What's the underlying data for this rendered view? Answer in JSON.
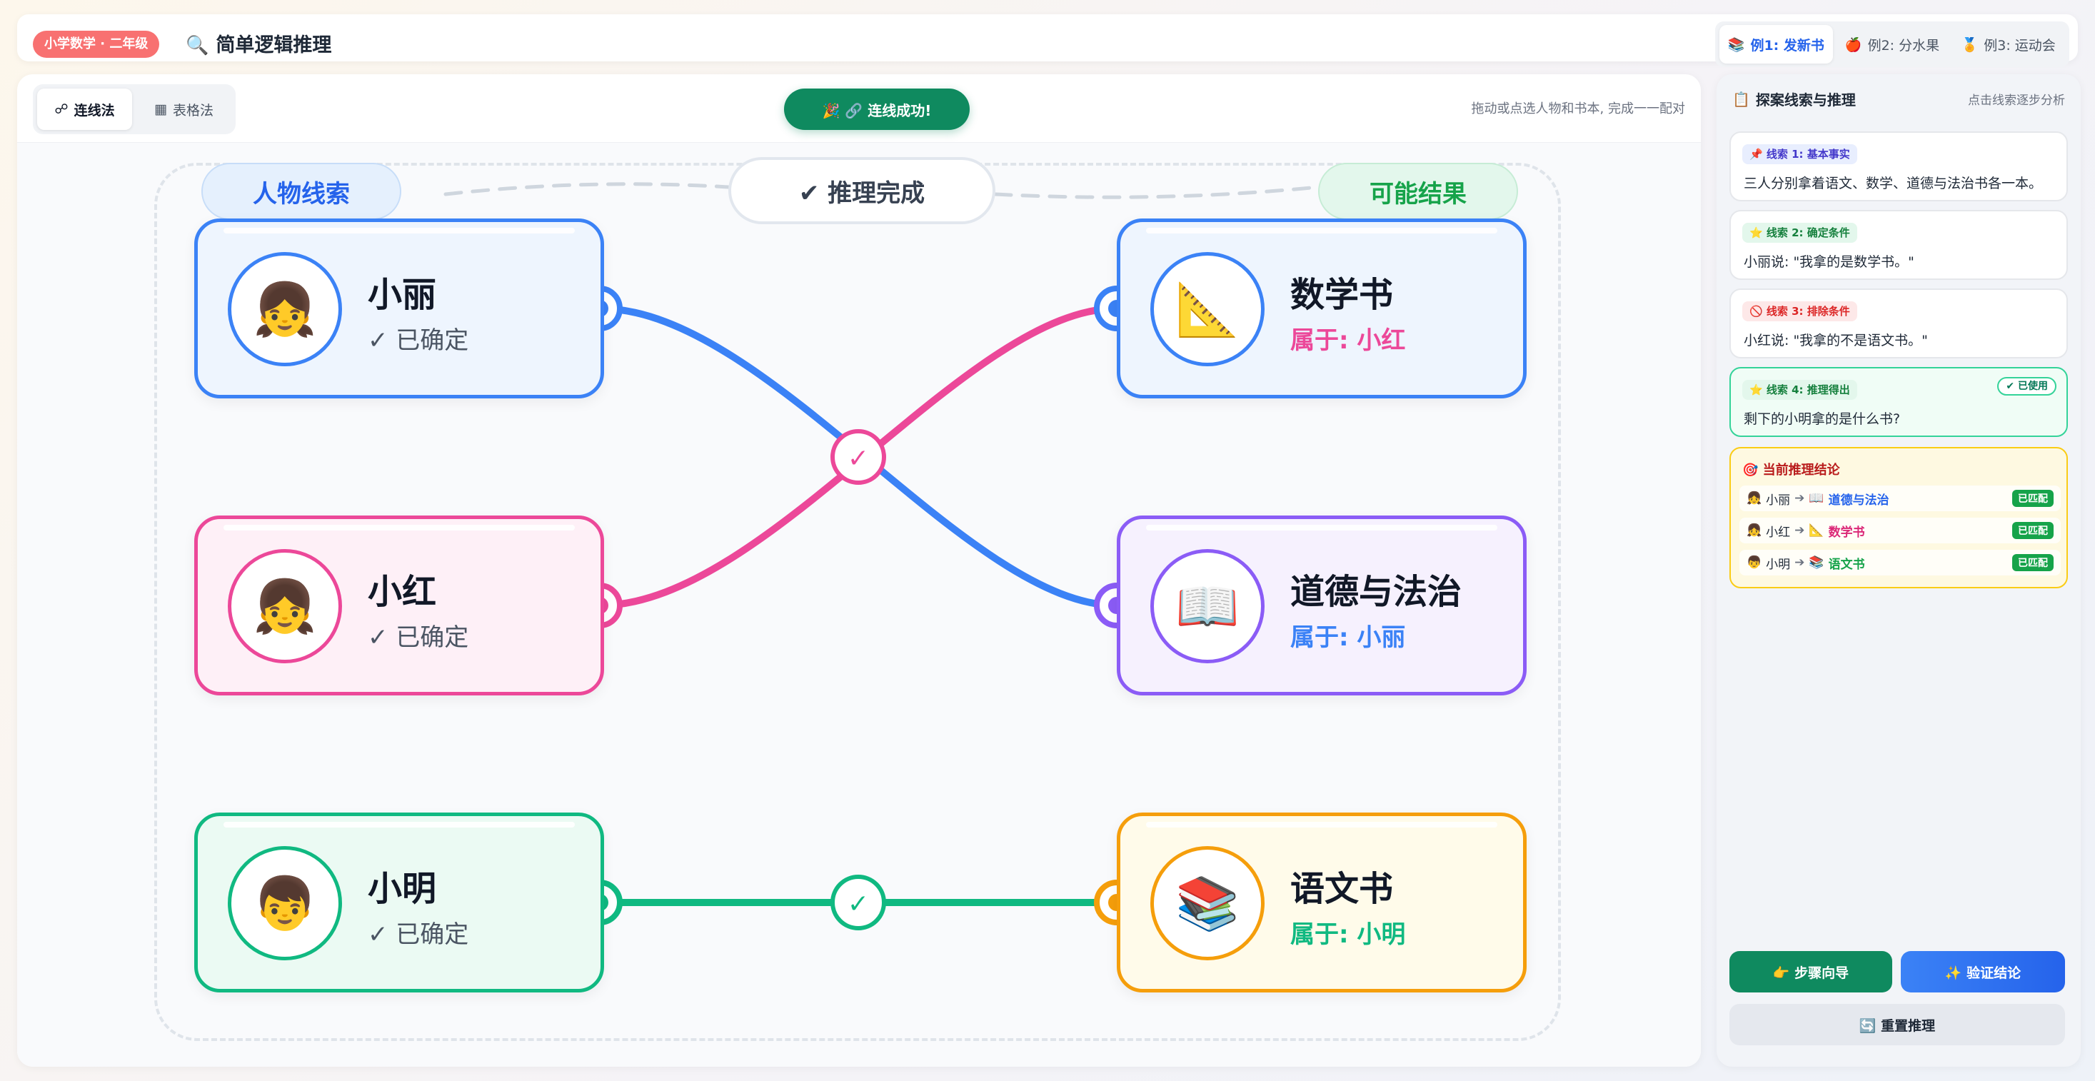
{
  "header": {
    "grade_badge": "小学数学 · 二年级",
    "title_icon": "🔍",
    "title": "简单逻辑推理",
    "examples": [
      {
        "icon": "📚",
        "label": "例1: 发新书",
        "active": true
      },
      {
        "icon": "🍎",
        "label": "例2: 分水果",
        "active": false
      },
      {
        "icon": "🏅",
        "label": "例3: 运动会",
        "active": false
      }
    ]
  },
  "toolbar": {
    "modes": [
      {
        "icon": "☍",
        "label": "连线法",
        "active": true
      },
      {
        "icon": "▦",
        "label": "表格法",
        "active": false
      }
    ],
    "success": "🎉 🔗 连线成功!",
    "hint": "拖动或点选人物和书本, 完成一一配对"
  },
  "board": {
    "people_label": "人物线索",
    "done_label": "✔ 推理完成",
    "result_label": "可能结果",
    "people": [
      {
        "avatar": "👧",
        "name": "小丽",
        "status": "✓ 已确定"
      },
      {
        "avatar": "👧",
        "name": "小红",
        "status": "✓ 已确定"
      },
      {
        "avatar": "👦",
        "name": "小明",
        "status": "✓ 已确定"
      }
    ],
    "books": [
      {
        "icon": "📐",
        "name": "数学书",
        "owner": "属于: 小红"
      },
      {
        "icon": "📖",
        "name": "道德与法治",
        "owner": "属于: 小丽"
      },
      {
        "icon": "📚",
        "name": "语文书",
        "owner": "属于: 小明"
      }
    ],
    "check_mark": "✓",
    "colors": {
      "blue": "#3b82f6",
      "pink": "#ec4899",
      "green": "#10b981",
      "purple": "#8b5cf6",
      "orange": "#f59e0b"
    }
  },
  "side": {
    "title_icon": "📋",
    "title": "探案线索与推理",
    "hint": "点击线索逐步分析",
    "clues": [
      {
        "tag": "📌 线索 1: 基本事实",
        "text": "三人分别拿着语文、数学、道德与法治书各一本。"
      },
      {
        "tag": "⭐ 线索 2: 确定条件",
        "text": "小丽说: \"我拿的是数学书。\""
      },
      {
        "tag": "🚫 线索 3: 排除条件",
        "text": "小红说: \"我拿的不是语文书。\""
      },
      {
        "tag": "⭐ 线索 4: 推理得出",
        "text": "剩下的小明拿的是什么书?",
        "badge": "✔ 已使用"
      }
    ],
    "conclusion": {
      "title": "🎯 当前推理结论",
      "rows": [
        {
          "avatar": "👧",
          "person": "小丽",
          "arrow": "➔",
          "icon": "📖",
          "book": "道德与法治",
          "match": "已匹配",
          "color": "#2563eb"
        },
        {
          "avatar": "👧",
          "person": "小红",
          "arrow": "➔",
          "icon": "📐",
          "book": "数学书",
          "match": "已匹配",
          "color": "#db2777"
        },
        {
          "avatar": "👦",
          "person": "小明",
          "arrow": "➔",
          "icon": "📚",
          "book": "语文书",
          "match": "已匹配",
          "color": "#16a34a"
        }
      ]
    },
    "buttons": {
      "guide": "👉 步骤向导",
      "verify": "✨ 验证结论",
      "reset": "🔄 重置推理"
    }
  }
}
